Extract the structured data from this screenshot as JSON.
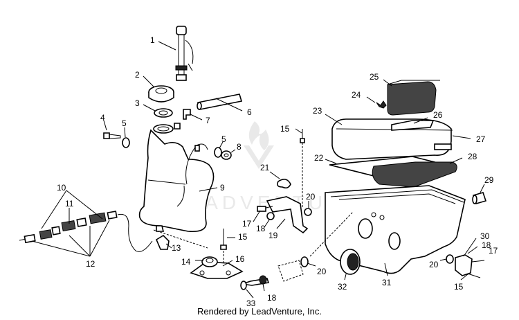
{
  "diagram": {
    "callouts": {
      "c1": "1",
      "c2": "2",
      "c3": "3",
      "c4": "4",
      "c5a": "5",
      "c5b": "5",
      "c6": "6",
      "c7": "7",
      "c8": "8",
      "c9": "9",
      "c10": "10",
      "c11": "11",
      "c12": "12",
      "c13": "13",
      "c14": "14",
      "c15a": "15",
      "c15b": "15",
      "c15c": "15",
      "c16": "16",
      "c17a": "17",
      "c17b": "17",
      "c18a": "18",
      "c18b": "18",
      "c18c": "18",
      "c19": "19",
      "c20a": "20",
      "c20b": "20",
      "c20c": "20",
      "c21": "21",
      "c22": "22",
      "c23": "23",
      "c24": "24",
      "c25": "25",
      "c26": "26",
      "c27": "27",
      "c28": "28",
      "c29": "29",
      "c30": "30",
      "c31": "31",
      "c32": "32",
      "c33": "33"
    },
    "watermark": "LEADVENTURE",
    "footer": "Rendered by LeadVenture, Inc."
  }
}
